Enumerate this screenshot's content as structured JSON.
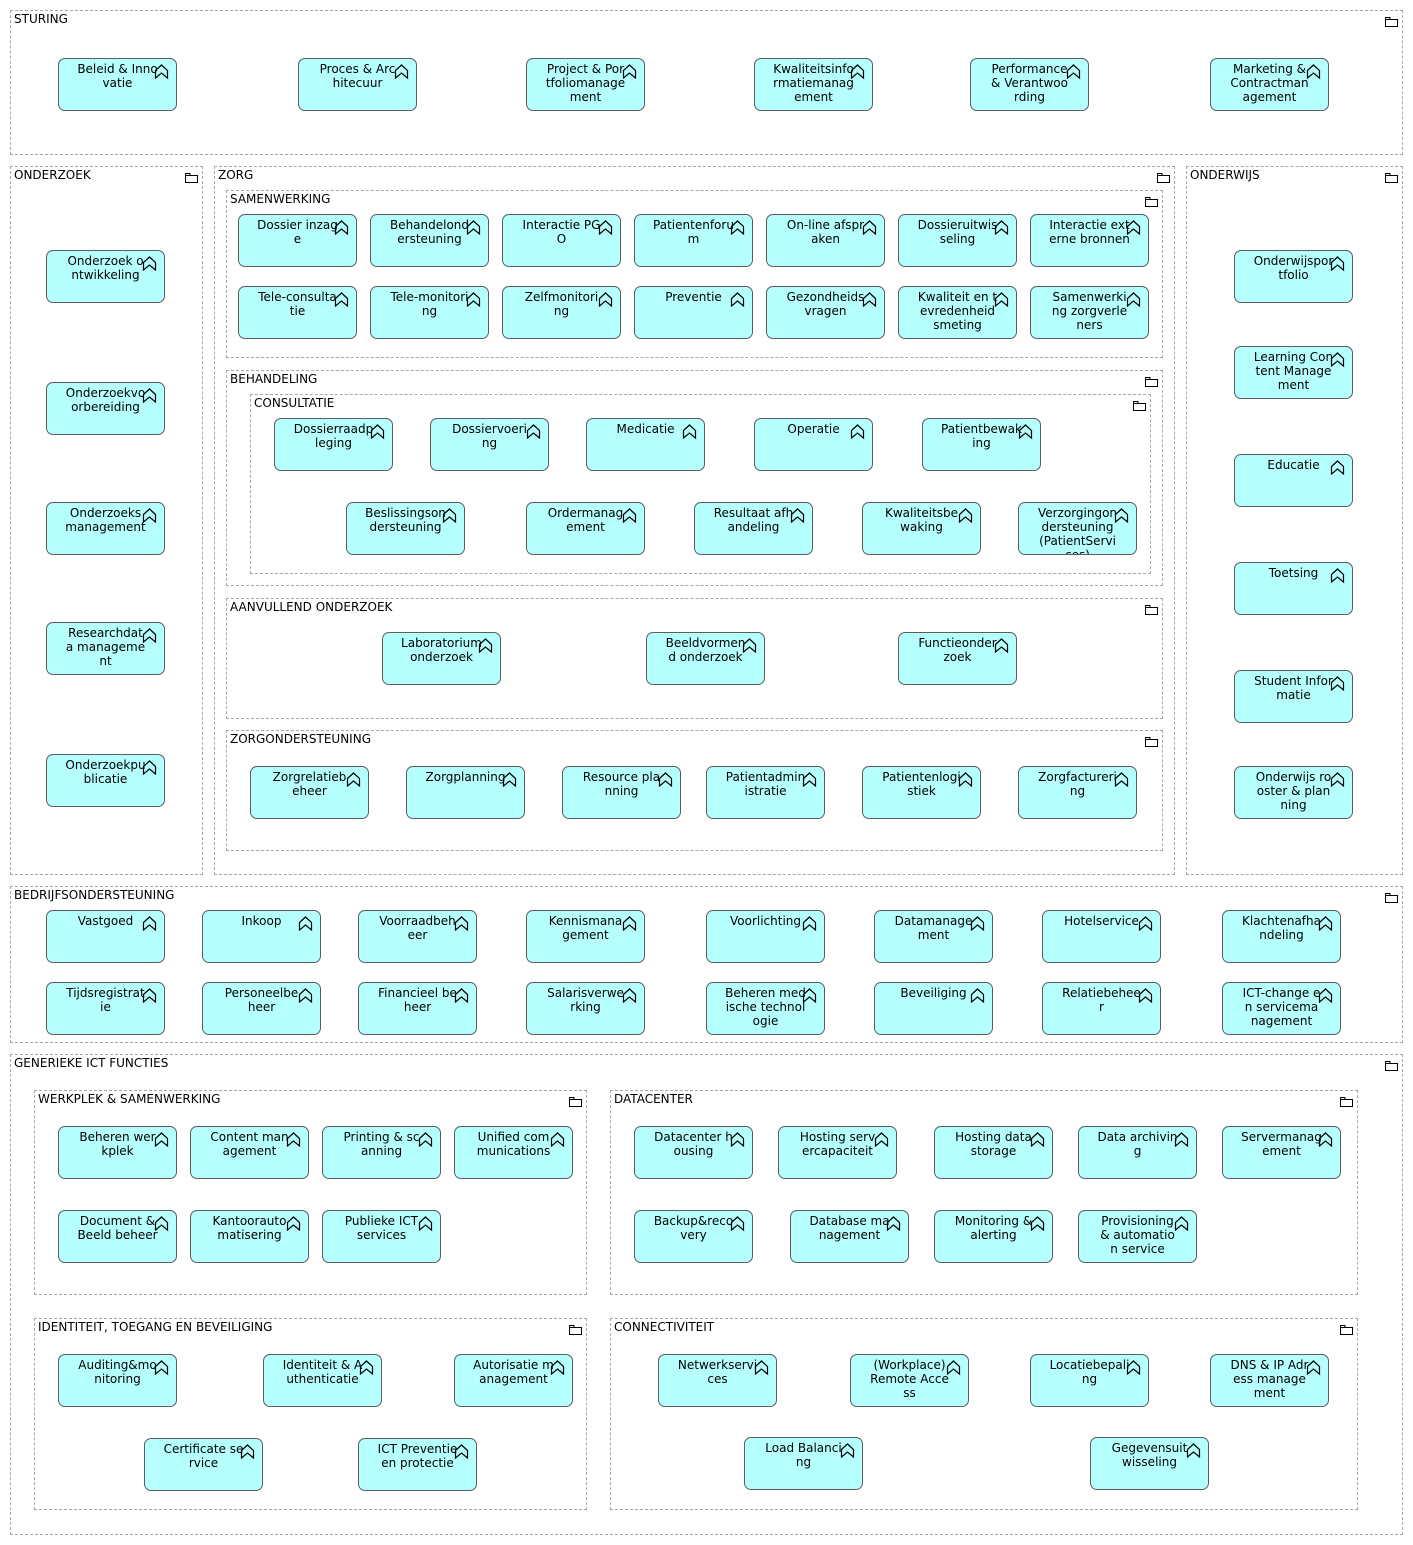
{
  "groups": {
    "sturing": "STURING",
    "onderzoek": "ONDERZOEK",
    "zorg": "ZORG",
    "samenwerking": "SAMENWERKING",
    "behandeling": "BEHANDELING",
    "consultatie": "CONSULTATIE",
    "aanvullend": "AANVULLEND ONDERZOEK",
    "zorgondersteuning": "ZORGONDERSTEUNING",
    "onderwijs": "ONDERWIJS",
    "bedrijfsondersteuning": "BEDRIJFSONDERSTEUNING",
    "generieke": "GENERIEKE ICT FUNCTIES",
    "werkplek": "WERKPLEK & SAMENWERKING",
    "datacenter": "DATACENTER",
    "identiteit": "IDENTITEIT, TOEGANG EN BEVEILIGING",
    "connectiviteit": "CONNECTIVITEIT"
  },
  "sturing": [
    "Beleid & Innovatie",
    "Proces & Architecuur",
    "Project & Portfoliomanagement",
    "Kwaliteitsinformatiemanagement",
    "Performance & Verantwoording",
    "Marketing & Contractmanagement"
  ],
  "onderzoek": [
    "Onderzoek ontwikkeling",
    "Onderzoekvoorbereiding",
    "Onderzoeksmanagement",
    "Researchdata management",
    "Onderzoekpublicatie"
  ],
  "samenwerking": [
    "Dossier inzage",
    "Behandelondersteuning",
    "Interactie PGO",
    "Patientenforum",
    "On-line afspraken",
    "Dossieruitwisseling",
    "Interactie externe bronnen",
    "Tele-consultatie",
    "Tele-monitoring",
    "Zelfmonitoring",
    "Preventie",
    "Gezondheidsvragen",
    "Kwaliteit en tevredenheidsmeting",
    "Samenwerking zorgverleners"
  ],
  "consultatie": [
    "Dossierraadpleging",
    "Dossiervoering",
    "Medicatie",
    "Operatie",
    "Patientbewaking",
    "Beslissingsondersteuning",
    "Ordermanagement",
    "Resultaat afhandeling",
    "Kwaliteitsbewaking",
    "Verzorgingondersteuning (PatientServices)"
  ],
  "aanvullend": [
    "Laboratorium onderzoek",
    "Beeldvormend onderzoek",
    "Functieonderzoek"
  ],
  "zorgondersteuning": [
    "Zorgrelatiebeheer",
    "Zorgplanning",
    "Resource planning",
    "Patientadministratie",
    "Patientenlogistiek",
    "Zorgfacturering"
  ],
  "onderwijs": [
    "Onderwijsportfolio",
    "Learning Content Management",
    "Educatie",
    "Toetsing",
    "Student Informatie",
    "Onderwijs rooster & planning"
  ],
  "bedrijfsondersteuning": [
    "Vastgoed",
    "Inkoop",
    "Voorraadbeheer",
    "Kennismanagement",
    "Voorlichting",
    "Datamanagement",
    "Hotelservice",
    "Klachtenafhandeling",
    "Tijdsregistratie",
    "Personeelbeheer",
    "Financieel beheer",
    "Salarisverwerking",
    "Beheren medische technologie",
    "Beveiliging",
    "Relatiebeheer",
    "ICT-change en servicemanagement"
  ],
  "werkplek": [
    "Beheren werkplek",
    "Content management",
    "Printing & scanning",
    "Unified communications",
    "Document & Beeld beheer",
    "Kantoorautomatisering",
    "Publieke ICT services"
  ],
  "datacenter": [
    "Datacenter housing",
    "Hosting servercapaciteit",
    "Hosting data storage",
    "Data archiving",
    "Servermanagement",
    "Backup&recovery",
    "Database management",
    "Monitoring & alerting",
    "Provisioning & automation service"
  ],
  "identiteit": [
    "Auditing&monitoring",
    "Identiteit & Authenticatie",
    "Autorisatie management",
    "Certificate service",
    "ICT Preventie en protectie"
  ],
  "connectiviteit": [
    "Netwerkservices",
    "(Workplace) Remote Access",
    "Locatiebepaling",
    "DNS & IP Adress management",
    "Load Balancing",
    "Gegevensuitwisseling"
  ]
}
